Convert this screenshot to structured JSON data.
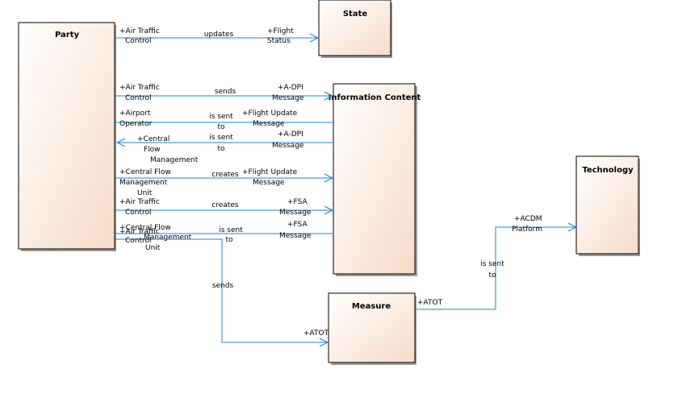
{
  "classes": {
    "party": "Party",
    "state": "State",
    "information_content": "Information Content",
    "technology": "Technology",
    "measure": "Measure"
  },
  "connectors": {
    "c1": {
      "source_role": [
        "+Air Traffic",
        "Control"
      ],
      "name": "updates",
      "target_role": [
        "+Flight",
        "Status"
      ]
    },
    "c2": {
      "source_role": [
        "+Air Traffic",
        "Control"
      ],
      "name": "sends",
      "target_role": [
        "+A-DPI",
        "Message"
      ]
    },
    "c3": {
      "source_role": [
        "+Airport",
        "Operator"
      ],
      "name": [
        "is sent",
        "to"
      ],
      "target_role": [
        "+Flight Update",
        "Message"
      ]
    },
    "c4": {
      "source_role": [
        "+Central",
        "Flow",
        "Management"
      ],
      "name": [
        "is sent",
        "to"
      ],
      "target_role": [
        "+A-DPI",
        "Message"
      ]
    },
    "c5": {
      "source_role": [
        "+Central Flow",
        "Management",
        "Unit"
      ],
      "name": "creates",
      "target_role": [
        "+Flight Update",
        "Message"
      ]
    },
    "c6": {
      "source_role": [
        "+Air Traffic",
        "Control"
      ],
      "name": "creates",
      "target_role": [
        "+FSA",
        "Message"
      ]
    },
    "c7": {
      "source_role": [
        "+Central Flow",
        "Management",
        "Unit"
      ],
      "name": [
        "is sent",
        "to"
      ],
      "target_role": [
        "+FSA",
        "Message"
      ]
    },
    "c8": {
      "source_role": [
        "+Air Traffic",
        "Control"
      ],
      "name": "sends",
      "target_role": [
        "+ATOT"
      ]
    },
    "c9": {
      "source_role": [
        "+ATOT"
      ],
      "name": [
        "is sent",
        "to"
      ],
      "target_role": [
        "+ACDM",
        "Platform"
      ]
    }
  }
}
